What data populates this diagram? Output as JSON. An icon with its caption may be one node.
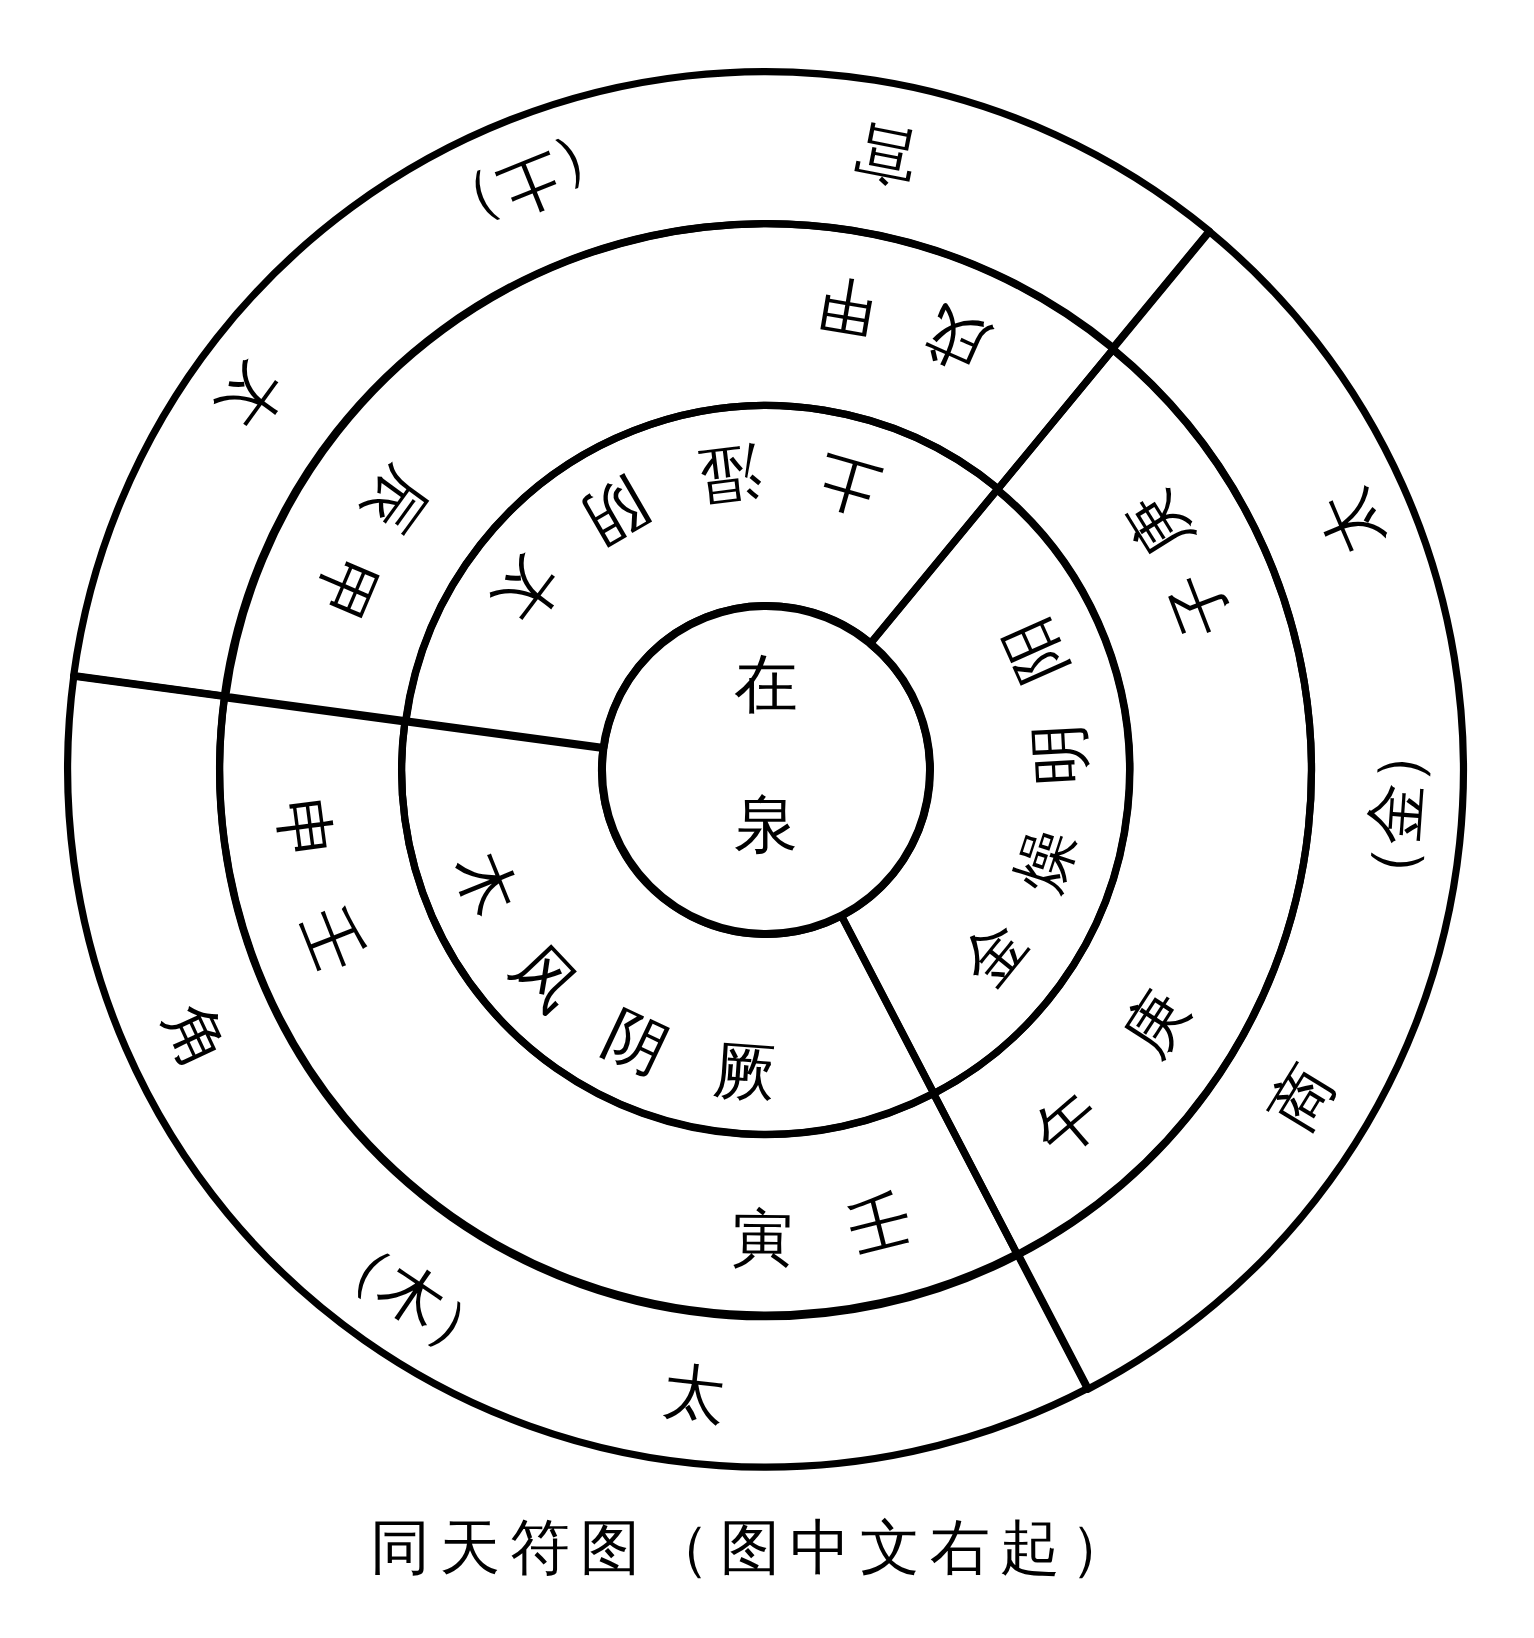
{
  "diagram": {
    "caption": "同天符图（图中文右起）",
    "nodes": [
      {
        "text": [
          "在泉"
        ]
      },
      {
        "text": [
          "太阴湿土"
        ]
      },
      {
        "text": [
          "甲辰",
          "甲戌"
        ]
      },
      {
        "text": [
          "太",
          "（土）",
          "宫"
        ]
      },
      {
        "text": [
          "阳明燥金"
        ]
      },
      {
        "text": [
          "庚子",
          "庚午"
        ]
      },
      {
        "text": [
          "太",
          "（金）",
          "商"
        ]
      },
      {
        "text": [
          "厥阴风木"
        ]
      },
      {
        "text": [
          "壬寅",
          "壬申"
        ]
      },
      {
        "text": [
          "太",
          "（木）",
          "角"
        ]
      }
    ]
  }
}
